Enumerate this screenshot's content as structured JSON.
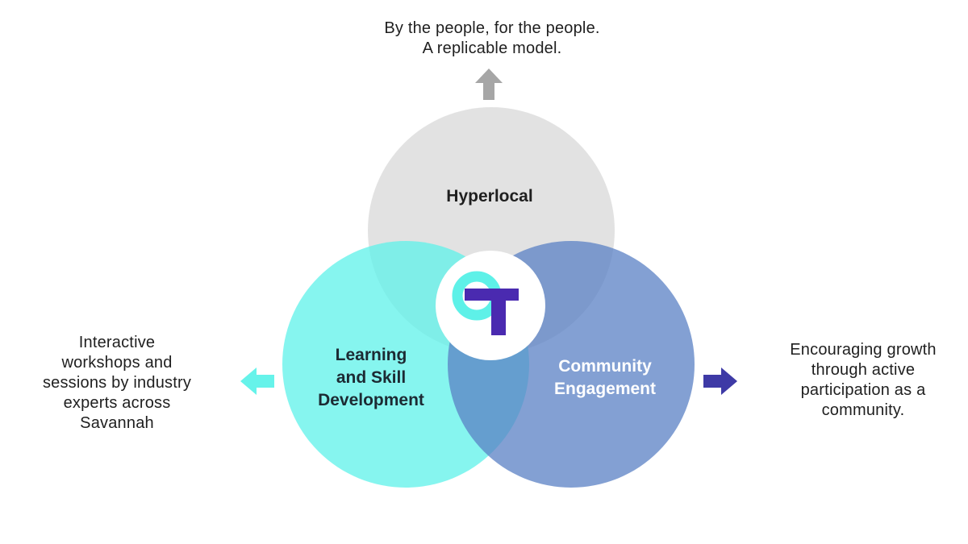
{
  "top_caption": {
    "line1": "By the people, for the people.",
    "line2": "A replicable model."
  },
  "left_caption": {
    "line1": "Interactive",
    "line2": "workshops and",
    "line3": "sessions by industry",
    "line4": "experts across",
    "line5": "Savannah"
  },
  "right_caption": {
    "line1": "Encouraging growth",
    "line2": "through active",
    "line3": "participation as a",
    "line4": "community."
  },
  "circles": {
    "hyperlocal": {
      "label": "Hyperlocal",
      "color": "#dddddd"
    },
    "learning": {
      "line1": "Learning",
      "line2": "and Skill",
      "line3": "Development",
      "color": "#66f3ea"
    },
    "community": {
      "line1": "Community",
      "line2": "Engagement",
      "color": "#6b8fcc"
    }
  },
  "arrows": {
    "up": {
      "icon": "arrow-up-icon",
      "color": "#a6a6a6"
    },
    "left": {
      "icon": "arrow-left-icon",
      "color": "#66f3ea"
    },
    "right": {
      "icon": "arrow-right-icon",
      "color": "#3e3aa6"
    }
  },
  "logo": {
    "icon": "brand-logo-icon",
    "ring_color": "#5ef1e8",
    "mark_color": "#4a2ab0"
  }
}
